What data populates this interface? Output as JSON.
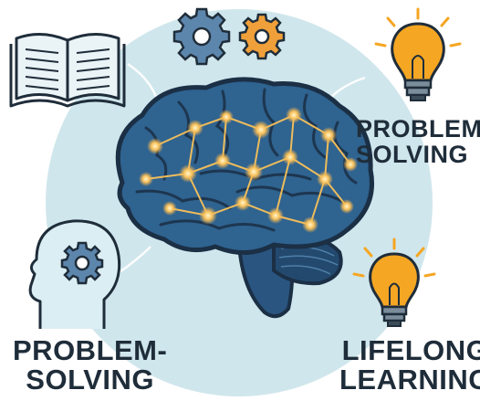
{
  "labels": {
    "right": {
      "line1": "PROBLEM-",
      "line2": "SOLVING"
    },
    "bottom_left": {
      "line1": "PROBLEM-",
      "line2": "SOLVING"
    },
    "bottom_right": {
      "line1": "LIFELONG",
      "line2": "LEARNING"
    }
  },
  "icons": [
    "book-icon",
    "blue-gear-icon",
    "orange-gear-icon",
    "lightbulb-icon",
    "head-gear-icon",
    "brain-icon"
  ],
  "colors": {
    "background_circle": "#cfe6ec",
    "brain_fill": "#2f6390",
    "brain_outline": "#1b2f45",
    "glow": "#f6b24a",
    "bulb": "#f5a623",
    "gear_blue": "#5d86ad",
    "gear_orange": "#f0a03a",
    "text": "#1f2d3a"
  }
}
